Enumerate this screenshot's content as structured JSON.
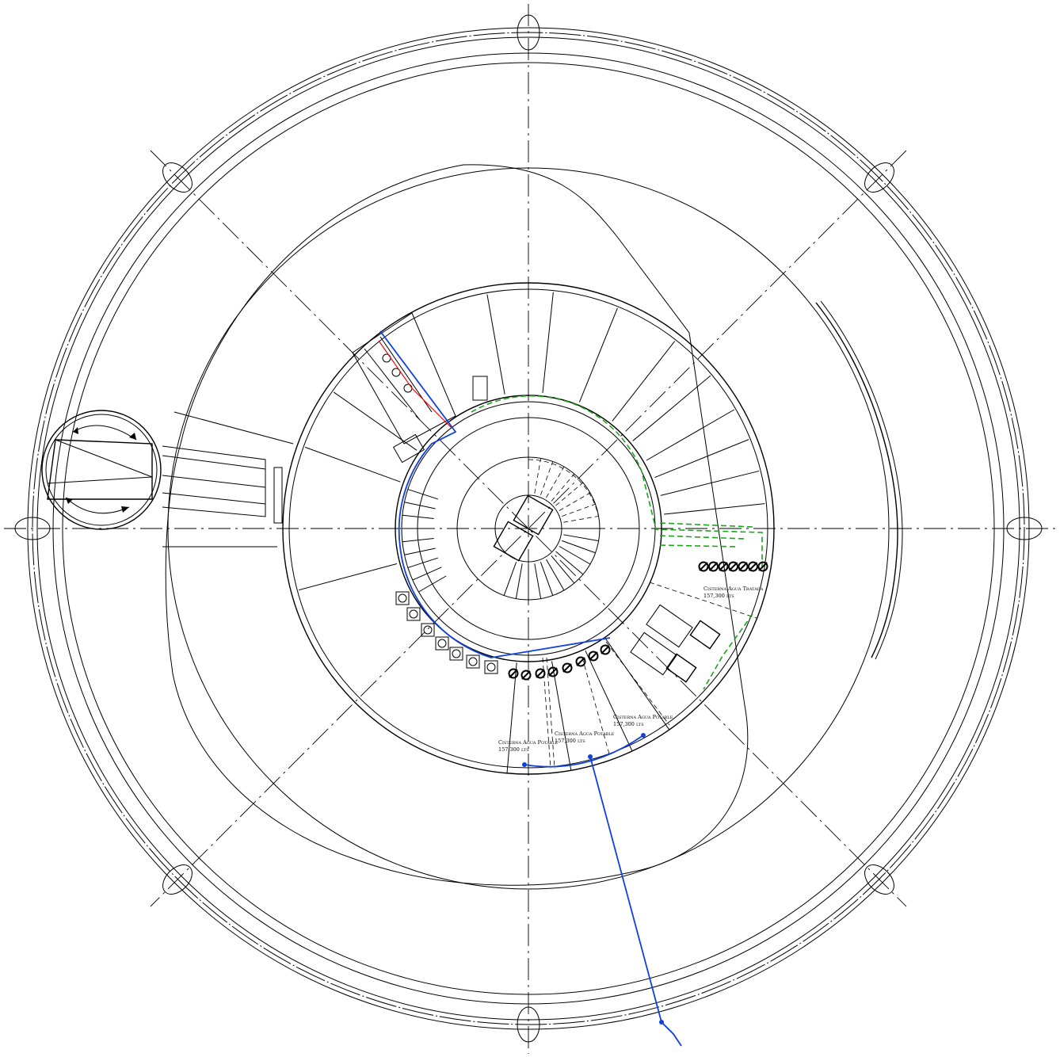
{
  "drawing": {
    "colors": {
      "potable_water": "#1040e0",
      "treated_water": "#1aa61a",
      "hot_water": "#e01010",
      "linework": "#000000"
    },
    "labels": [
      {
        "name": "Cisterna Agua Tratada",
        "capacity": "157,300 lts"
      },
      {
        "name": "Cisterna Agua Potable",
        "capacity": "157,300 lts"
      },
      {
        "name": "Cisterna Agua Potable",
        "capacity": "157,300 lts"
      },
      {
        "name": "Cisterna Agua Potable",
        "capacity": "157,300 lts"
      }
    ]
  }
}
